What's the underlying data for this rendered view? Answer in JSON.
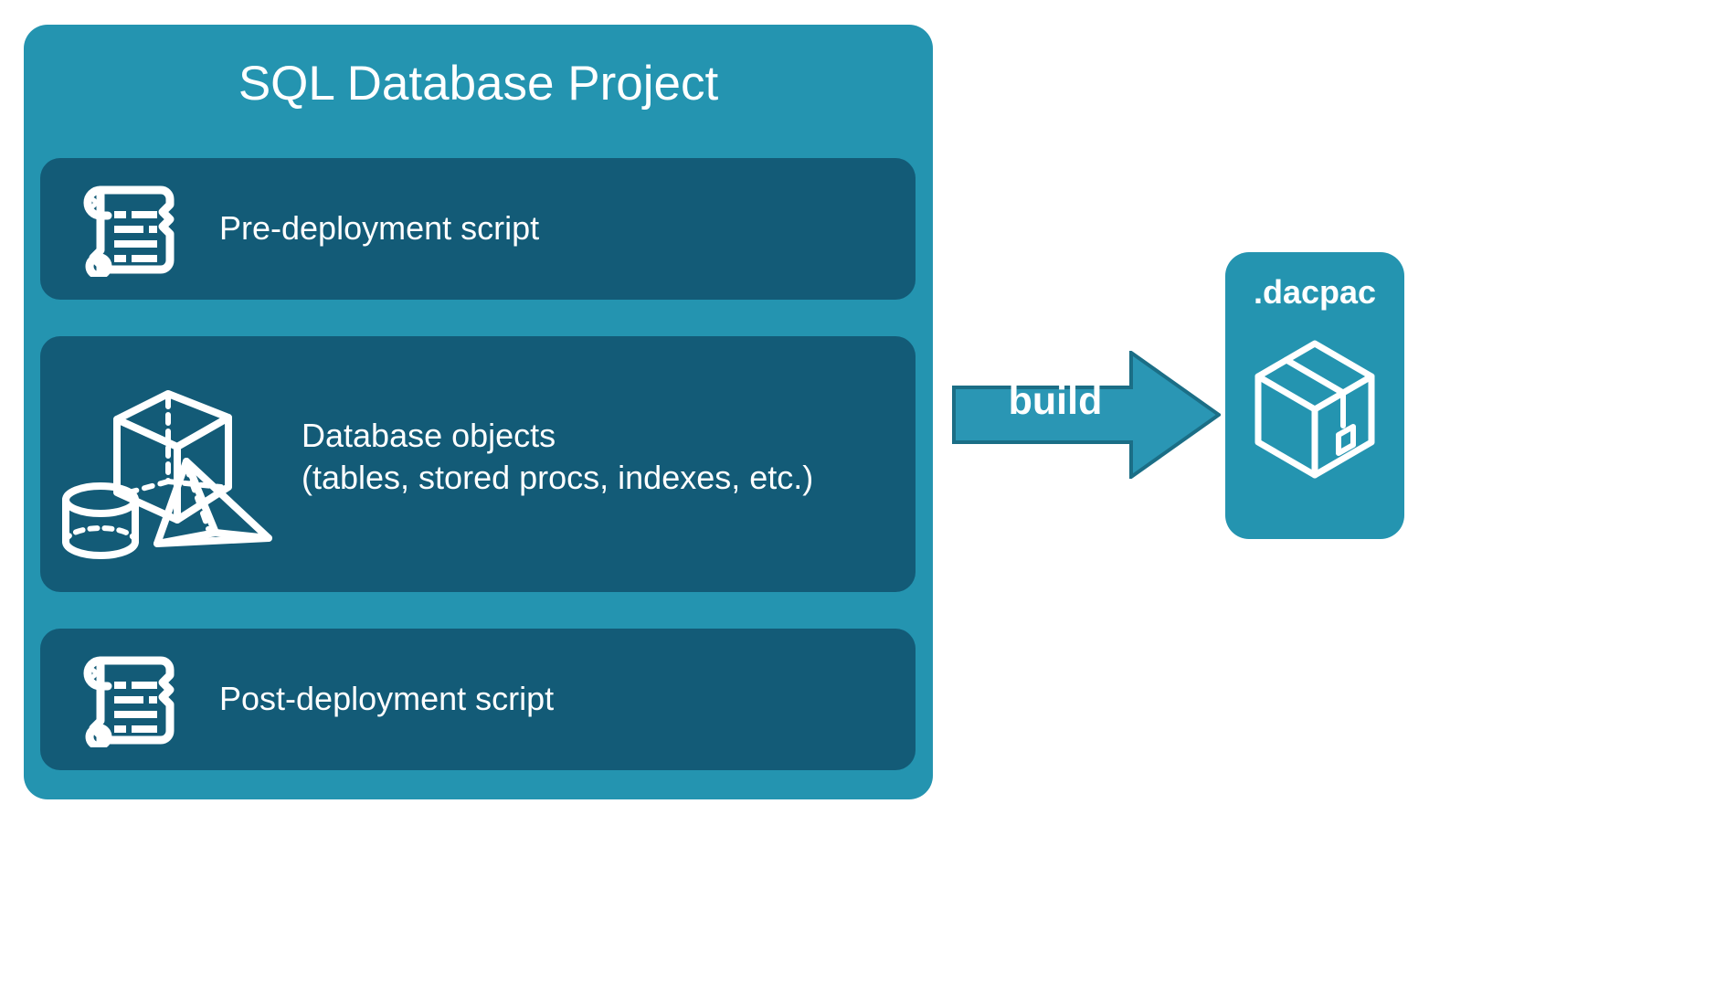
{
  "diagram": {
    "title": "SQL Database Project",
    "colors": {
      "container_teal": "#2494B0",
      "panel_dark_teal": "#135B77",
      "arrow_teal": "#2A96B4",
      "arrow_border": "#1B6E86",
      "text_white": "#FFFFFF",
      "background": "#FFFFFF"
    },
    "panels": [
      {
        "id": "pre-deployment",
        "label": "Pre-deployment script",
        "icon": "scroll-icon"
      },
      {
        "id": "database-objects",
        "label": "Database objects\n(tables, stored procs, indexes, etc.)",
        "icon": "3d-shapes-icon"
      },
      {
        "id": "post-deployment",
        "label": "Post-deployment script",
        "icon": "scroll-icon"
      }
    ],
    "arrow": {
      "label": "build",
      "direction": "right",
      "icon": "arrow-right-icon"
    },
    "output": {
      "title": ".dacpac",
      "icon": "package-box-icon"
    }
  }
}
